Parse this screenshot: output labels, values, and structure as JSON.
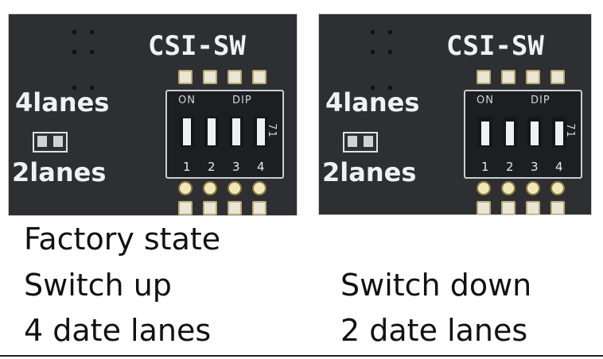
{
  "panels": [
    {
      "silkscreen": {
        "title": "CSI-SW",
        "four_lanes": "4lanes",
        "two_lanes": "2lanes",
        "dip_on": "ON",
        "dip_label": "DIP",
        "dip_side": "71",
        "switch_numbers": [
          "1",
          "2",
          "3",
          "4"
        ]
      },
      "switch_position": "up",
      "caption": [
        "Factory state",
        "Switch up",
        "4 date lanes"
      ]
    },
    {
      "silkscreen": {
        "title": "CSI-SW",
        "four_lanes": "4lanes",
        "two_lanes": "2lanes",
        "dip_on": "ON",
        "dip_label": "DIP",
        "dip_side": "71",
        "switch_numbers": [
          "1",
          "2",
          "3",
          "4"
        ]
      },
      "switch_position": "down",
      "caption": [
        "Switch down",
        "2 date lanes"
      ]
    }
  ]
}
